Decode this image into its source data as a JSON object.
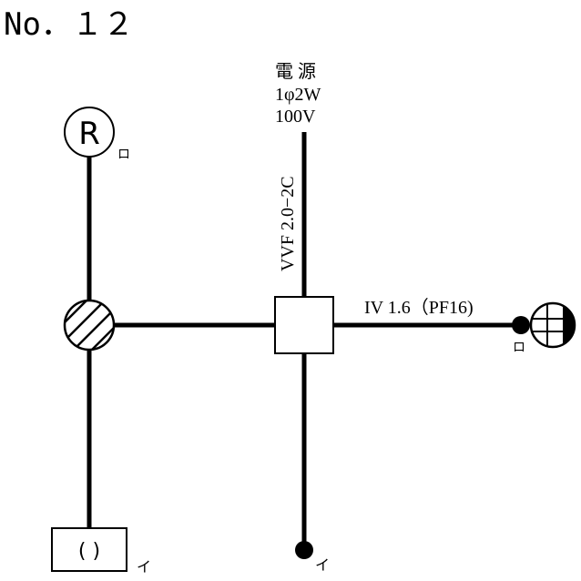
{
  "title": "No．１２",
  "power_source": {
    "line1": "電 源",
    "line2": "1φ2W",
    "line3": "100V"
  },
  "cables": {
    "supply_cable": "VVF 2.0−2C",
    "outlet_cable": "IV 1.6（PF16)"
  },
  "symbols": {
    "receptacle_letter": "R",
    "switch_mark": "( )"
  },
  "switch_labels": {
    "receptacle_switch": "ロ",
    "outlet_switch": "ロ",
    "lamp_switch": "イ",
    "bottom_switch": "イ"
  }
}
